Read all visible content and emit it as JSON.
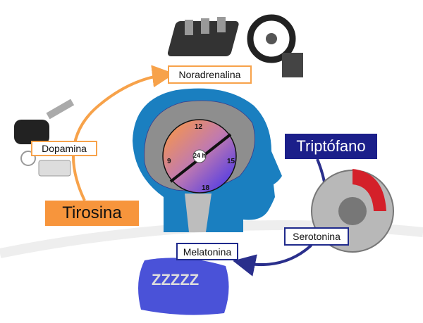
{
  "labels": {
    "noradrenalina": "Noradrenalina",
    "dopamina": "Dopamina",
    "tirosina": "Tirosina",
    "triptofano": "Triptófano",
    "serotonina": "Serotonina",
    "melatonina": "Melatonina"
  },
  "clock": {
    "top": "12",
    "left": "9",
    "right": "15",
    "bottom": "18",
    "center": "24 h"
  },
  "colors": {
    "orange": "#f7953c",
    "navy": "#1b1f8a",
    "head": "#1a7fc0"
  }
}
